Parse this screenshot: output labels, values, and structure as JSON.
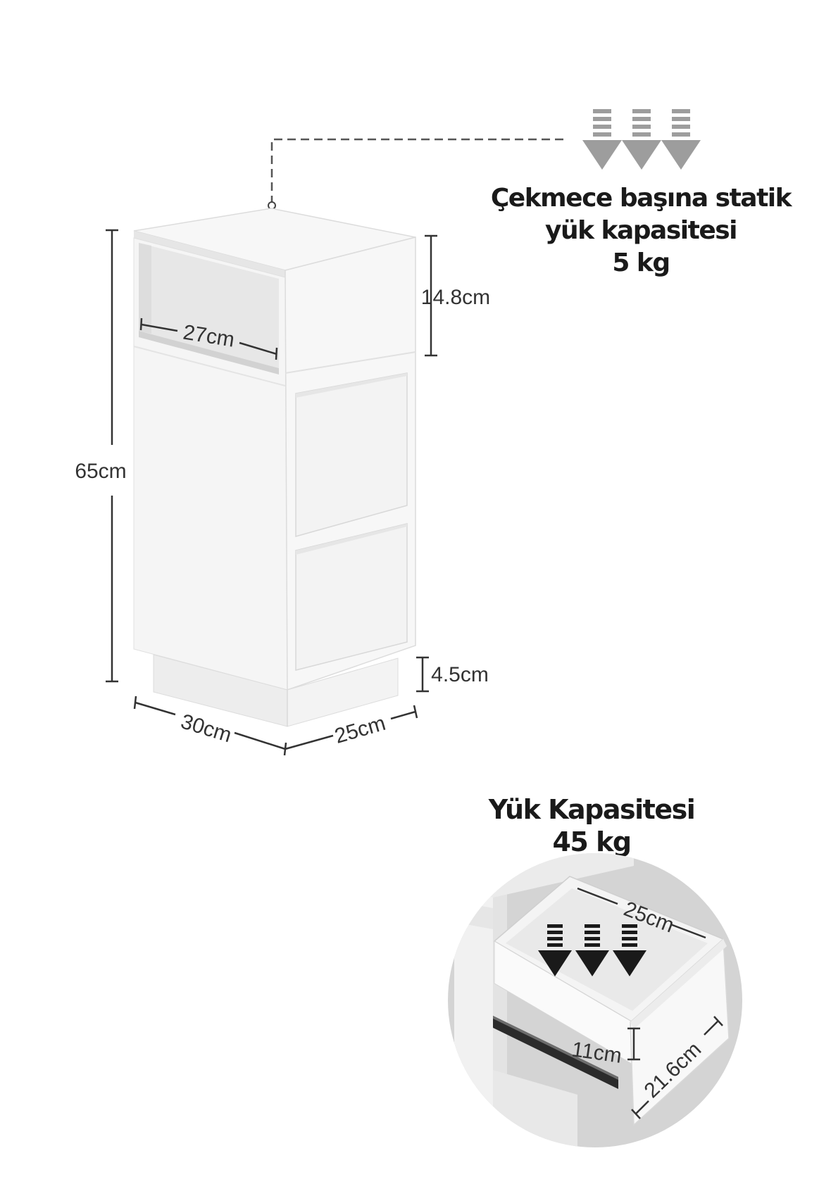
{
  "callout_top": {
    "line1": "Çekmece başına statik",
    "line2": "yük kapasitesi",
    "line3": "5 kg"
  },
  "dimensions": {
    "height": "65cm",
    "shelf_height": "14.8cm",
    "shelf_width": "27cm",
    "plinth_height": "4.5cm",
    "width": "30cm",
    "depth": "25cm"
  },
  "callout_bottom": {
    "line1": "Yük Kapasitesi",
    "line2": "45 kg"
  },
  "drawer_detail": {
    "depth": "25cm",
    "height": "11cm",
    "front_height": "21.6cm"
  },
  "colors": {
    "arrow_gray": "#9d9d9d",
    "arrow_black": "#1a1a1a",
    "cabinet_white": "#f7f7f7",
    "circle_gray": "#d4d4d4"
  },
  "icons": [
    "down-arrow-icon",
    "down-arrow-icon",
    "down-arrow-icon",
    "down-arrow-icon",
    "down-arrow-icon",
    "down-arrow-icon"
  ]
}
